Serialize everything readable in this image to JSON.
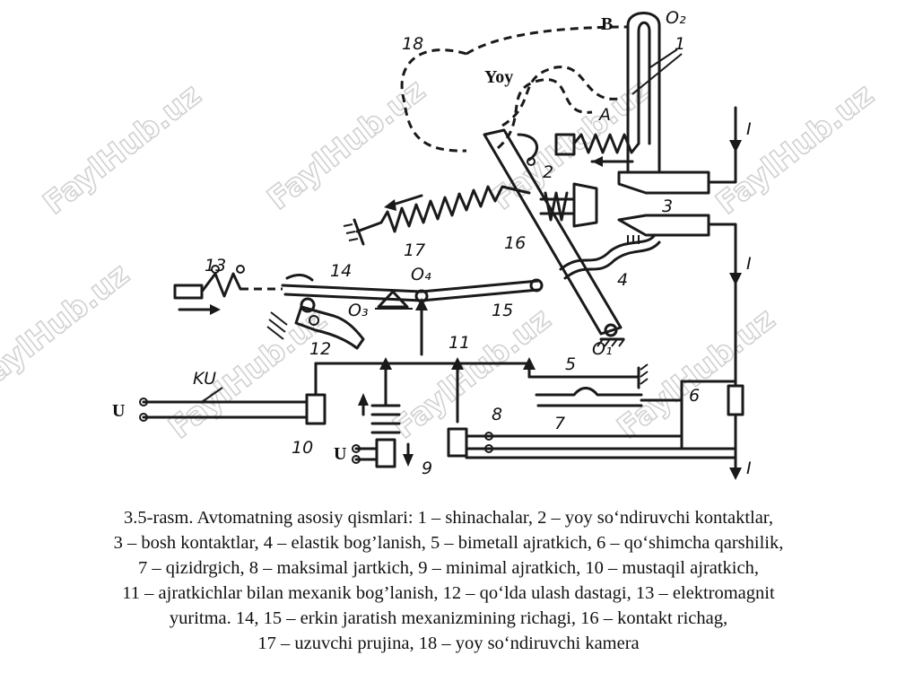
{
  "labels": {
    "n1": "1",
    "n2": "2",
    "n3": "3",
    "n4": "4",
    "n5": "5",
    "n6": "6",
    "n7": "7",
    "n8": "8",
    "n9": "9",
    "n10": "10",
    "n11": "11",
    "n12": "12",
    "n13": "13",
    "n14": "14",
    "n15": "15",
    "n16": "16",
    "n17": "17",
    "n18": "18",
    "B": "B",
    "O2": "O₂",
    "O1": "O₁",
    "O3": "O₃",
    "O4": "O₄",
    "A": "A",
    "yoy": "Yoy",
    "ku": "KU",
    "I_top": "I",
    "I_mid": "I",
    "I_bot": "I",
    "U_left": "U",
    "U_bottom": "U"
  },
  "watermark": "FaylHub.uz",
  "caption": {
    "lines": [
      "3.5-rasm. Avtomatning asosiy qismlari: 1 – shinachalar, 2 – yoy so‘ndiruvchi kontaktlar,",
      "3 – bosh kontaktlar, 4 – elastik bog’lanish, 5 – bimetall ajratkich, 6 – qo‘shimcha qarshilik,",
      "7 – qizidrgich, 8 – maksimal jartkich, 9 – minimal ajratkich, 10 – mustaqil ajratkich,",
      "11 – ajratkichlar bilan mexanik bog’lanish, 12 – qo‘lda ulash dastagi, 13 – elektromagnit",
      "yuritma. 14, 15 – erkin jaratish mexanizmining richagi, 16 – kontakt richag,",
      "17 – uzuvchi prujina, 18 – yoy so‘ndiruvchi kamera"
    ]
  }
}
